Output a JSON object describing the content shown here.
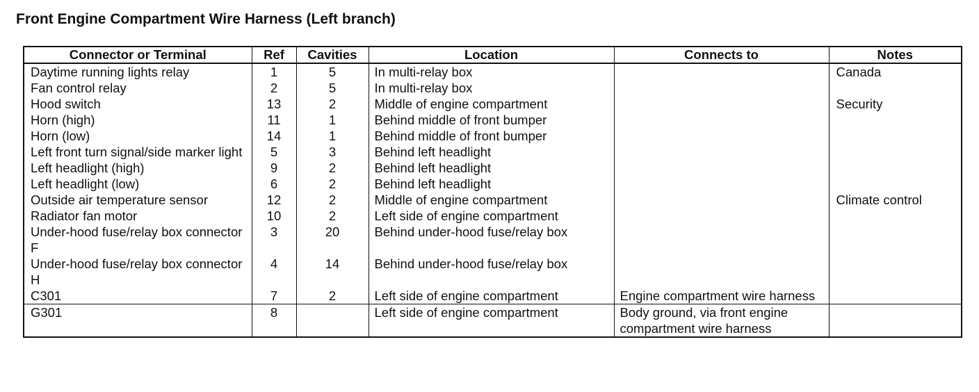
{
  "title": "Front Engine Compartment Wire Harness (Left branch)",
  "columns": [
    "Connector or Terminal",
    "Ref",
    "Cavities",
    "Location",
    "Connects to",
    "Notes"
  ],
  "rows": [
    {
      "connector": "Daytime running lights relay",
      "ref": "1",
      "cavities": "5",
      "location": "In multi-relay box",
      "connects_to": "",
      "notes": "Canada"
    },
    {
      "connector": "Fan control relay",
      "ref": "2",
      "cavities": "5",
      "location": "In multi-relay box",
      "connects_to": "",
      "notes": ""
    },
    {
      "connector": "Hood switch",
      "ref": "13",
      "cavities": "2",
      "location": "Middle of engine compartment",
      "connects_to": "",
      "notes": "Security"
    },
    {
      "connector": "Horn (high)",
      "ref": "11",
      "cavities": "1",
      "location": "Behind middle of front bumper",
      "connects_to": "",
      "notes": ""
    },
    {
      "connector": "Horn (low)",
      "ref": "14",
      "cavities": "1",
      "location": "Behind middle of front bumper",
      "connects_to": "",
      "notes": ""
    },
    {
      "connector": "Left front turn signal/side marker light",
      "ref": "5",
      "cavities": "3",
      "location": "Behind left headlight",
      "connects_to": "",
      "notes": ""
    },
    {
      "connector": "Left headlight (high)",
      "ref": "9",
      "cavities": "2",
      "location": "Behind left headlight",
      "connects_to": "",
      "notes": ""
    },
    {
      "connector": "Left headlight (low)",
      "ref": "6",
      "cavities": "2",
      "location": "Behind left headlight",
      "connects_to": "",
      "notes": ""
    },
    {
      "connector": "Outside air temperature sensor",
      "ref": "12",
      "cavities": "2",
      "location": "Middle of engine compartment",
      "connects_to": "",
      "notes": "Climate control"
    },
    {
      "connector": "Radiator fan motor",
      "ref": "10",
      "cavities": "2",
      "location": "Left side of engine compartment",
      "connects_to": "",
      "notes": ""
    },
    {
      "connector": "Under-hood fuse/relay box connector F",
      "ref": "3",
      "cavities": "20",
      "location": "Behind under-hood fuse/relay box",
      "connects_to": "",
      "notes": ""
    },
    {
      "connector": "Under-hood fuse/relay box connector H",
      "ref": "4",
      "cavities": "14",
      "location": "Behind under-hood fuse/relay box",
      "connects_to": "",
      "notes": ""
    },
    {
      "connector": "C301",
      "ref": "7",
      "cavities": "2",
      "location": "Left side of engine compartment",
      "connects_to": "Engine compartment wire harness",
      "notes": ""
    },
    {
      "connector": "G301",
      "ref": "8",
      "cavities": "",
      "location": "Left side of engine compartment",
      "connects_to": "Body ground, via front engine compartment wire harness",
      "notes": ""
    }
  ]
}
